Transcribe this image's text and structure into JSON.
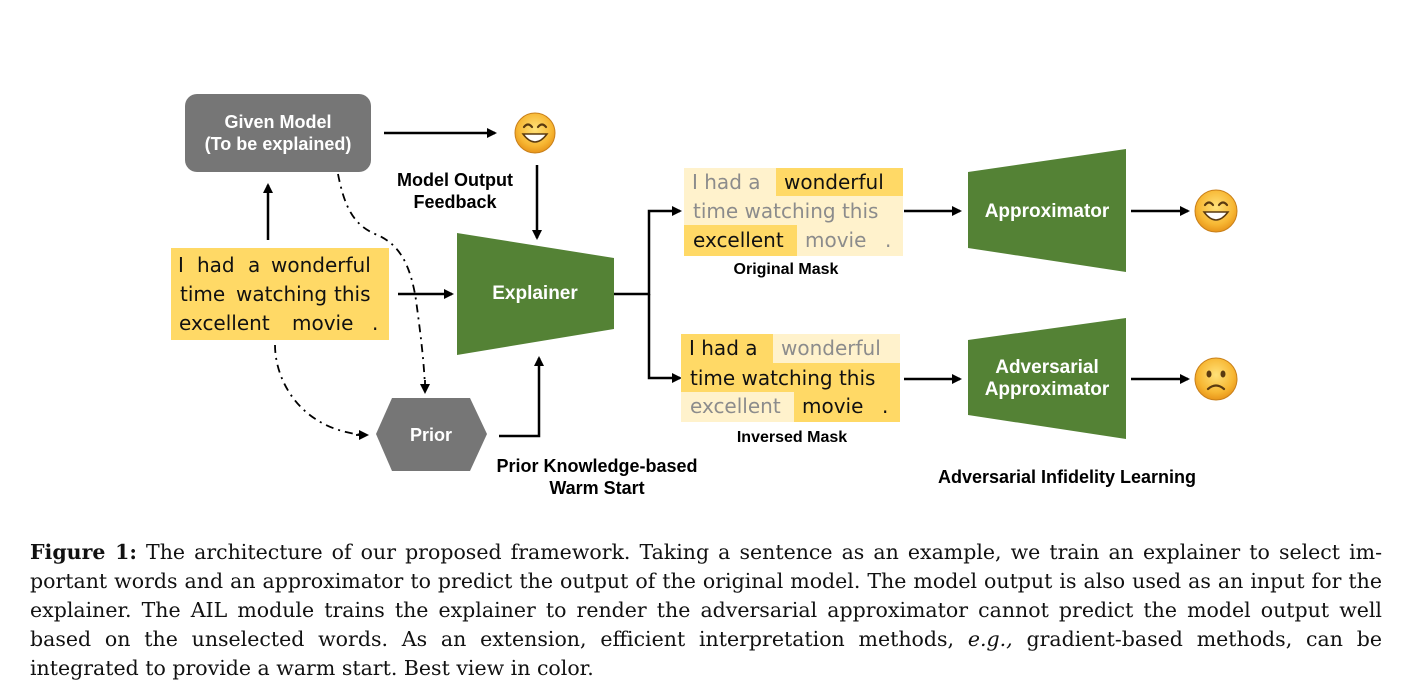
{
  "given_model": {
    "line1": "Given Model",
    "line2": "(To be explained)"
  },
  "model_output_feedback": {
    "line1": "Model Output",
    "line2": "Feedback"
  },
  "explainer_label": "Explainer",
  "prior_label": "Prior",
  "prior_warm_start": {
    "line1": "Prior Knowledge-based",
    "line2": "Warm Start"
  },
  "input_sentence": {
    "line1": [
      "I",
      "had",
      "a",
      "wonderful"
    ],
    "line2": [
      "time",
      "watching",
      "this"
    ],
    "line3": [
      "excellent",
      "movie",
      "."
    ]
  },
  "original_mask": {
    "label": "Original Mask",
    "line1": [
      "I had a",
      "wonderful"
    ],
    "line2": [
      "time watching this"
    ],
    "line3": [
      "excellent",
      "movie",
      "."
    ]
  },
  "inversed_mask": {
    "label": "Inversed Mask",
    "line1": [
      "I had a",
      "wonderful"
    ],
    "line2": [
      "time watching this"
    ],
    "line3": [
      "excellent",
      "movie",
      "."
    ]
  },
  "approximator_label": "Approximator",
  "adversarial_approximator": {
    "line1": "Adversarial",
    "line2": "Approximator"
  },
  "ail_label": "Adversarial Infidelity Learning",
  "colors": {
    "green": "#548235",
    "gray_box": "#767676",
    "highlight": "#ffd966",
    "faded_highlight": "#fff2cc",
    "faded_text": "#8c8c8c"
  },
  "caption": {
    "label": "Figure 1:",
    "text_part1": "The architecture of our proposed framework. Taking a sentence as an example, we train an explainer to select im-portant words and an approximator to predict the output of the original model. The model output is also used as an input for the explainer. The AIL module trains the explainer to render the adversarial approximator cannot predict the model output well based on the unselected words. As an extension, efficient interpretation methods,",
    "text_em": "e.g.,",
    "text_part2": "gradient-based methods, can be integrated to provide a warm start. Best view in color."
  }
}
